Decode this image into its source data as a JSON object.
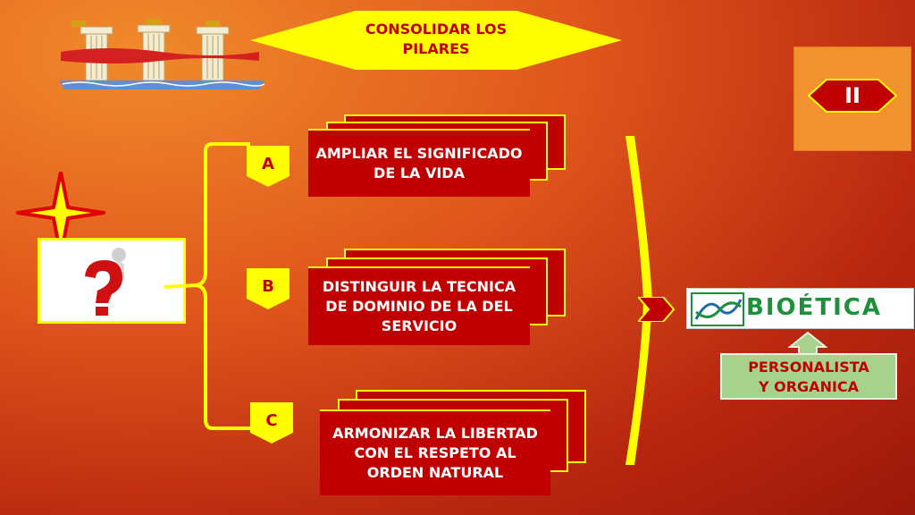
{
  "title": {
    "line1": "CONSOLIDAR  LOS",
    "line2": "PILARES"
  },
  "section_numeral": "II",
  "items": [
    {
      "tag": "A",
      "line1": "AMPLIAR EL SIGNIFICADO",
      "line2": "DE LA VIDA",
      "line3": ""
    },
    {
      "tag": "B",
      "line1": "DISTINGUIR  LA TECNICA",
      "line2": "DE DOMINIO  DE LA DEL",
      "line3": "SERVICIO"
    },
    {
      "tag": "C",
      "line1": "ARMONIZAR  LA  LIBERTAD",
      "line2": "CON EL RESPETO AL",
      "line3": "ORDEN NATURAL"
    }
  ],
  "bioetica_label": "BIOÉTICA",
  "personalista": {
    "line1": "PERSONALISTA",
    "line2": "Y ORGANICA"
  },
  "colors": {
    "card_red": "#c00000",
    "accent_yellow": "#ffff00",
    "bio_green": "#1e8f3a",
    "perso_bg": "#a9d18e",
    "numeral_box": "#f0922d"
  }
}
